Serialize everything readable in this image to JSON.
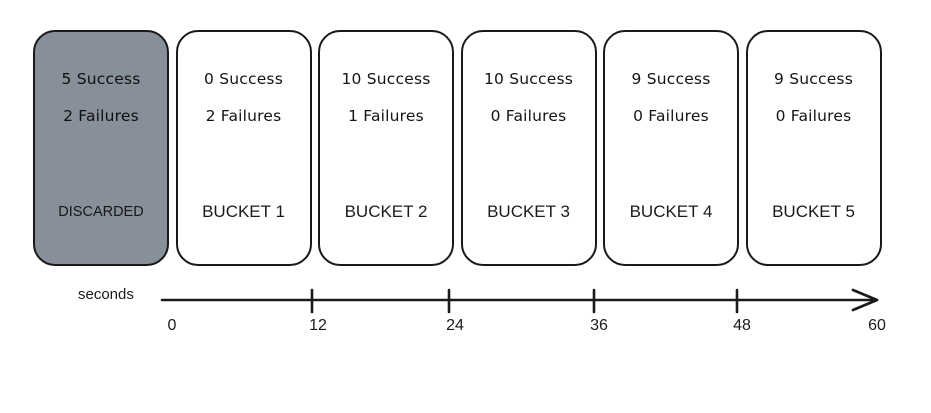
{
  "diagram": {
    "title_text": "",
    "colors": {
      "stroke": "#19191b",
      "card_fill": "#ffffff",
      "discarded_fill": "#878f99",
      "text": "#1b1b1d"
    },
    "buckets": [
      {
        "id": "discarded",
        "label": "DISCARDED",
        "success_text": "5 Success",
        "failures_text": "2 Failures",
        "success_count": 5,
        "failure_count": 2,
        "discarded": true
      },
      {
        "id": "bucket-1",
        "label": "BUCKET 1",
        "success_text": "0 Success",
        "failures_text": "2 Failures",
        "success_count": 0,
        "failure_count": 2,
        "discarded": false
      },
      {
        "id": "bucket-2",
        "label": "BUCKET 2",
        "success_text": "10 Success",
        "failures_text": "1 Failures",
        "success_count": 10,
        "failure_count": 1,
        "discarded": false
      },
      {
        "id": "bucket-3",
        "label": "BUCKET 3",
        "success_text": "10 Success",
        "failures_text": "0 Failures",
        "success_count": 10,
        "failure_count": 0,
        "discarded": false
      },
      {
        "id": "bucket-4",
        "label": "BUCKET 4",
        "success_text": "9 Success",
        "failures_text": "0 Failures",
        "success_count": 9,
        "failure_count": 0,
        "discarded": false
      },
      {
        "id": "bucket-5",
        "label": "BUCKET 5",
        "success_text": "9 Success",
        "failures_text": "0 Failures",
        "success_count": 9,
        "failure_count": 0,
        "discarded": false
      }
    ],
    "axis": {
      "caption": "seconds",
      "unit": "seconds",
      "arrow": true,
      "ticks": [
        {
          "label": "0",
          "value": 0
        },
        {
          "label": "12",
          "value": 12
        },
        {
          "label": "24",
          "value": 24
        },
        {
          "label": "36",
          "value": 36
        },
        {
          "label": "48",
          "value": 48
        },
        {
          "label": "60",
          "value": 60
        }
      ]
    }
  },
  "chart_data": {
    "type": "bar",
    "title": "",
    "xlabel": "seconds",
    "ylabel": "",
    "categories": [
      "DISCARDED",
      "BUCKET 1",
      "BUCKET 2",
      "BUCKET 3",
      "BUCKET 4",
      "BUCKET 5"
    ],
    "series": [
      {
        "name": "Success",
        "values": [
          5,
          0,
          10,
          10,
          9,
          9
        ]
      },
      {
        "name": "Failures",
        "values": [
          2,
          2,
          1,
          0,
          0,
          0
        ]
      }
    ],
    "x_tick_labels": [
      "0",
      "12",
      "24",
      "36",
      "48",
      "60"
    ],
    "xlim": [
      0,
      60
    ],
    "grid": false,
    "legend": "none"
  }
}
